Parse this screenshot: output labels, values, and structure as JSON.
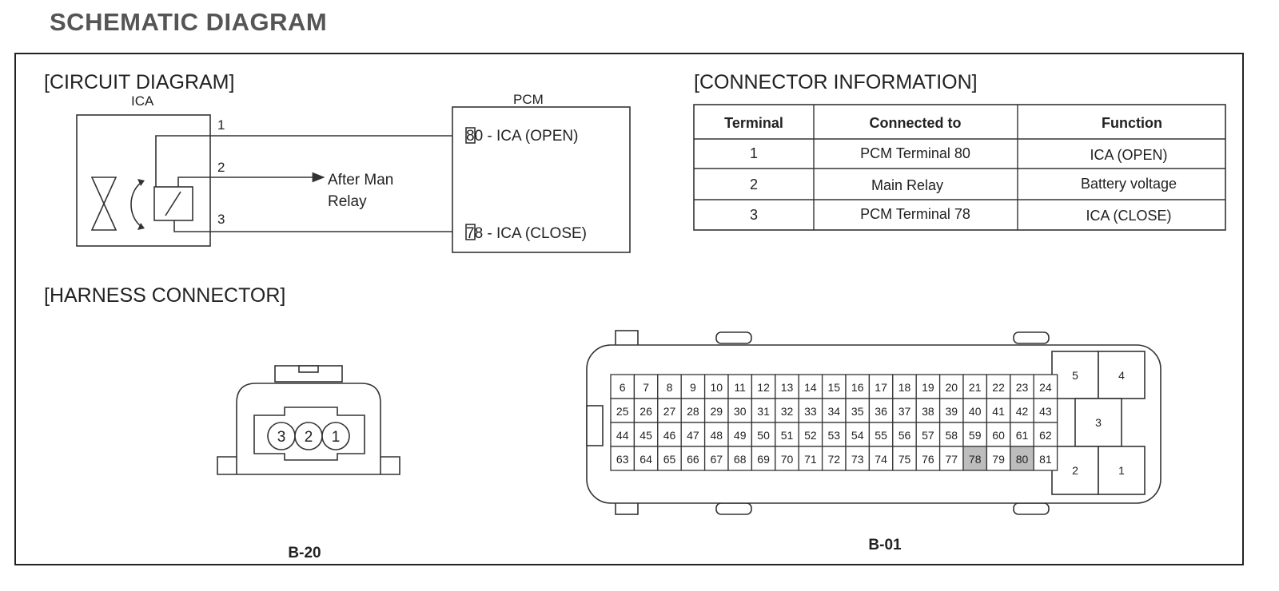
{
  "title": "SCHEMATIC DIAGRAM",
  "circuit": {
    "heading": "[CIRCUIT DIAGRAM]",
    "component_label": "ICA",
    "ecu_label": "PCM",
    "pins": [
      "1",
      "2",
      "3"
    ],
    "relay_label_line1": "After Man",
    "relay_label_line2": "Relay",
    "pcm_pin_open": "80 - ICA (OPEN)",
    "pcm_pin_close": "78 - ICA (CLOSE)"
  },
  "connector_info": {
    "heading": "[CONNECTOR INFORMATION]",
    "columns": [
      "Terminal",
      "Connected to",
      "Function"
    ],
    "rows": [
      [
        "1",
        "PCM Terminal 80",
        "ICA (OPEN)"
      ],
      [
        "2",
        "Main Relay",
        "Battery voltage"
      ],
      [
        "3",
        "PCM Terminal 78",
        "ICA (CLOSE)"
      ]
    ]
  },
  "harness": {
    "heading": "[HARNESS CONNECTOR]",
    "small_connector": {
      "pins": [
        "3",
        "2",
        "1"
      ],
      "label": "B-20"
    },
    "large_connector": {
      "label": "B-01",
      "grid_rows": [
        [
          "6",
          "7",
          "8",
          "9",
          "10",
          "11",
          "12",
          "13",
          "14",
          "15",
          "16",
          "17",
          "18",
          "19",
          "20",
          "21",
          "22",
          "23",
          "24"
        ],
        [
          "25",
          "26",
          "27",
          "28",
          "29",
          "30",
          "31",
          "32",
          "33",
          "34",
          "35",
          "36",
          "37",
          "38",
          "39",
          "40",
          "41",
          "42",
          "43"
        ],
        [
          "44",
          "45",
          "46",
          "47",
          "48",
          "49",
          "50",
          "51",
          "52",
          "53",
          "54",
          "55",
          "56",
          "57",
          "58",
          "59",
          "60",
          "61",
          "62"
        ],
        [
          "63",
          "64",
          "65",
          "66",
          "67",
          "68",
          "69",
          "70",
          "71",
          "72",
          "73",
          "74",
          "75",
          "76",
          "77",
          "78",
          "79",
          "80",
          "81"
        ]
      ],
      "highlighted_pins": [
        "78",
        "80"
      ],
      "power_pins": [
        "5",
        "4",
        "3",
        "2",
        "1"
      ]
    }
  },
  "colors": {
    "highlight": "#bdbdbd",
    "line": "#333333",
    "title": "#555555"
  }
}
